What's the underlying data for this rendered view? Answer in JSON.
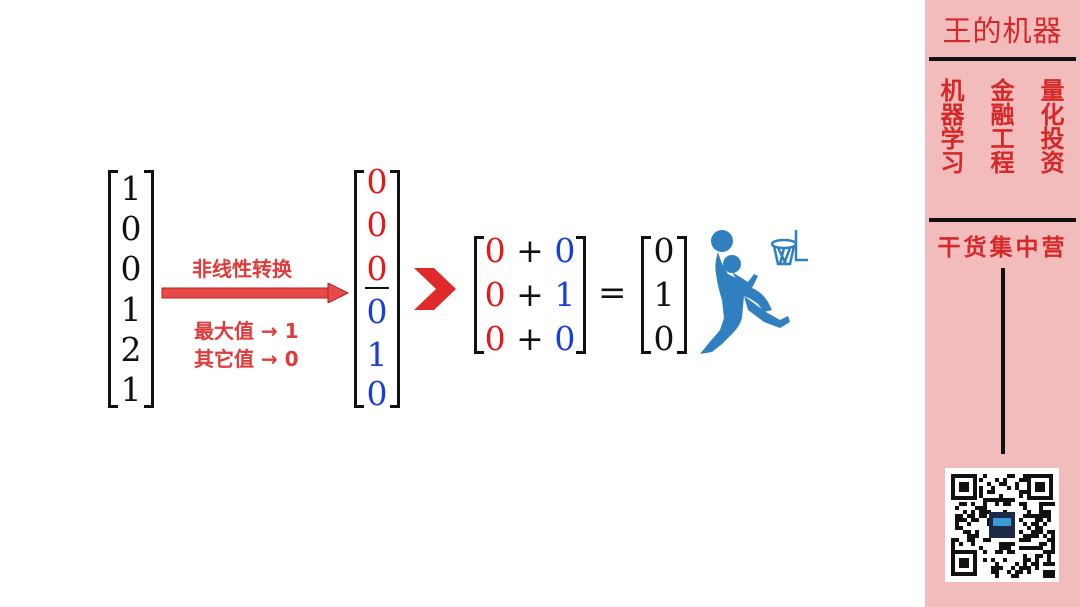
{
  "matrices": {
    "input": [
      "1",
      "0",
      "0",
      "1",
      "2",
      "1"
    ],
    "transformed_top": [
      "0",
      "0",
      "0"
    ],
    "transformed_bottom": [
      "0",
      "1",
      "0"
    ],
    "sum_rows": [
      {
        "a": "0",
        "op": "+",
        "b": "0"
      },
      {
        "a": "0",
        "op": "+",
        "b": "1"
      },
      {
        "a": "0",
        "op": "+",
        "b": "0"
      }
    ],
    "equals": "=",
    "result": [
      "0",
      "1",
      "0"
    ]
  },
  "operation": {
    "label": "非线性转换",
    "rule_max": "最大值 → 1",
    "rule_other": "其它值 → 0"
  },
  "sidebar": {
    "brand": "王的机器",
    "columns": [
      {
        "chars": "机器学习"
      },
      {
        "chars": "金融工程"
      },
      {
        "chars": "量化投资"
      }
    ],
    "slogan": "干货集中营"
  },
  "icons": {
    "arrow": "red-right-arrow-icon",
    "chevron": "red-chevron-right-icon",
    "player": "basketball-dunk-icon",
    "hoop": "basketball-hoop-icon",
    "qr": "qr-code-icon"
  },
  "colors": {
    "red": "#e41a1a",
    "blue": "#1a3fd6",
    "sidebar_bg": "#f3bcbc",
    "sidebar_text": "#d62828",
    "player": "#2f7fc1"
  }
}
